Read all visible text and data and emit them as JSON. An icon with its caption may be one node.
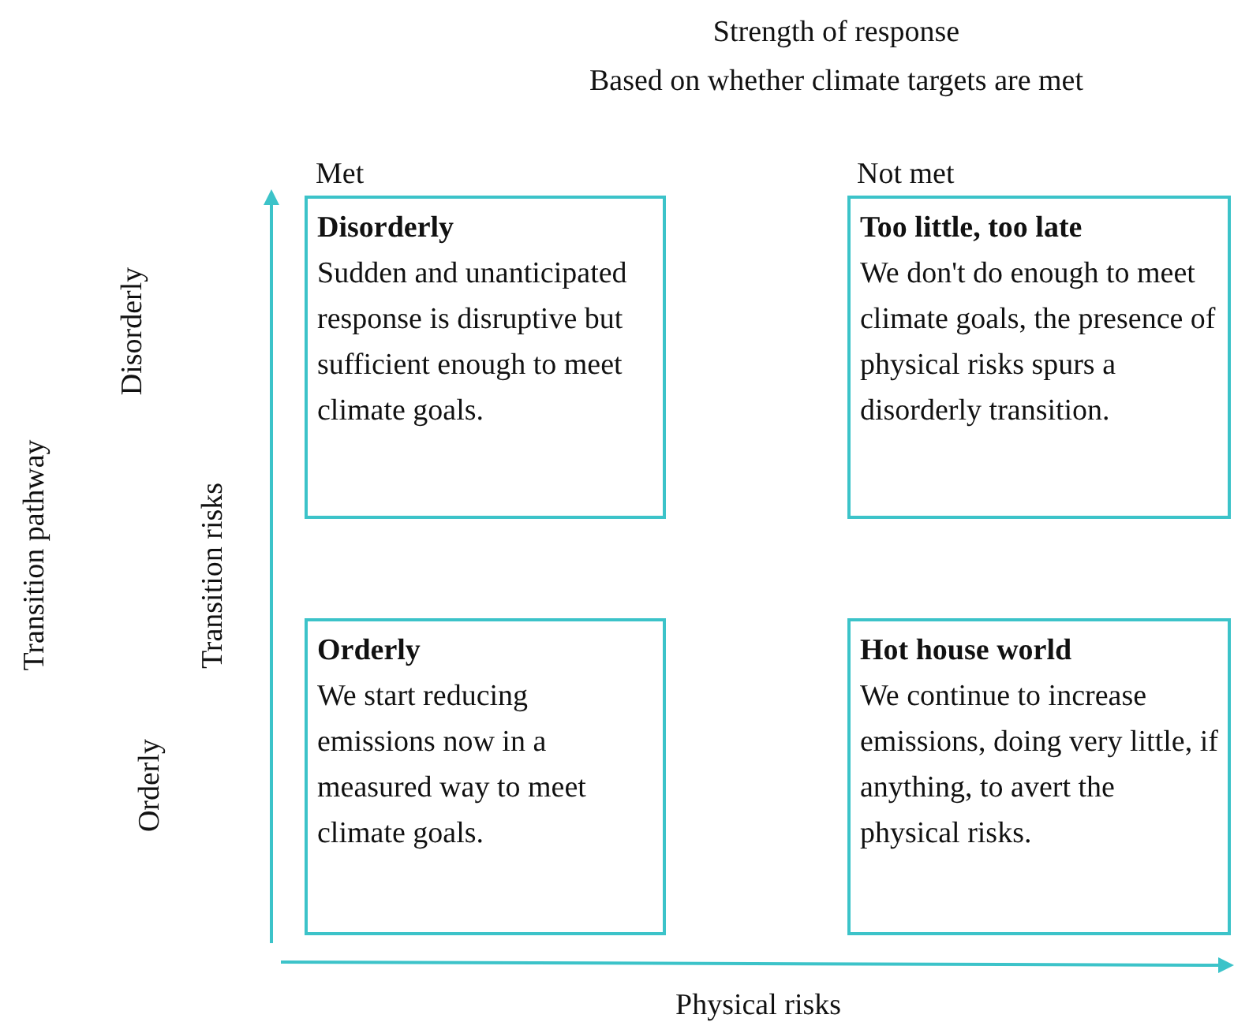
{
  "diagram": {
    "title": "Strength of response",
    "nodes": [
      {
        "text": [
          "Disorderly",
          "Sudden and unanticipated response is disruptive but sufficient enough to meet climate goals."
        ]
      },
      {
        "text": [
          "Too little, too late",
          "We don't do enough to meet climate goals, the presence of physical risks spurs a disorderly transition."
        ]
      },
      {
        "text": [
          "Orderly",
          "We start reducing emissions now in a measured way to meet climate goals."
        ]
      },
      {
        "text": [
          "Hot house world",
          "We continue to increase emissions, doing very little, if anything, to avert the physical risks."
        ]
      }
    ],
    "labels": [
      "Based on whether climate targets are met",
      "Met",
      "Not met",
      "Transition pathway",
      "Disorderly",
      "Transition risks",
      "Orderly",
      "Physical risks"
    ]
  }
}
